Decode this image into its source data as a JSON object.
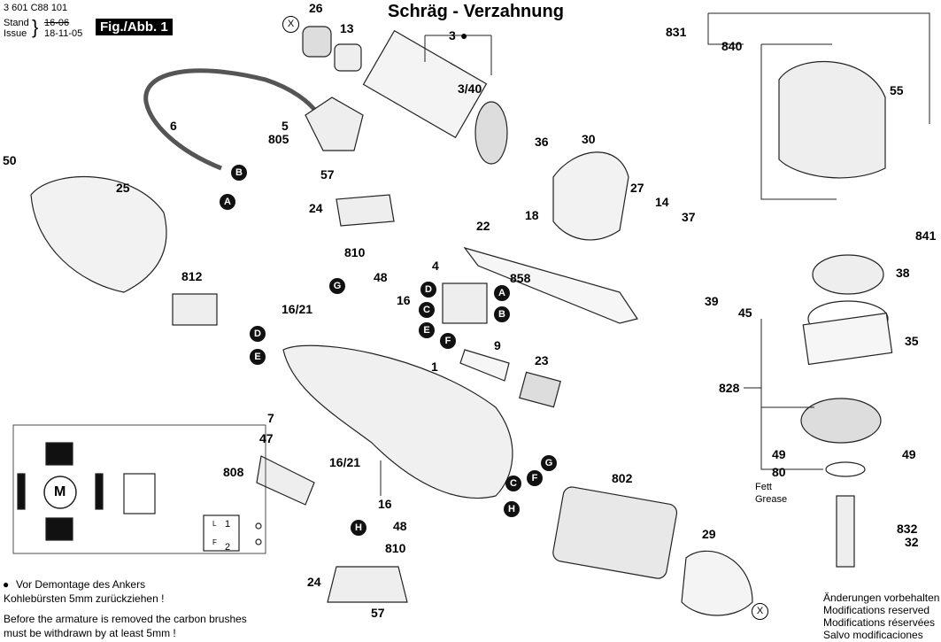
{
  "header": {
    "doc_number": "3 601 C88 101",
    "stand_label": "Stand",
    "issue_label": "Issue",
    "old_date": "16-06",
    "new_date": "18-11-05",
    "figure": "Fig./Abb. 1",
    "title": "Schräg - Verzahnung"
  },
  "parts": {
    "p26": "26",
    "p13": "13",
    "p3": "3",
    "p3_40": "3/40",
    "p6": "6",
    "p5": "5",
    "p805": "805",
    "p50": "50",
    "p25": "25",
    "p57a": "57",
    "p24a": "24",
    "p36": "36",
    "p30": "30",
    "p27": "27",
    "p14": "14",
    "p37": "37",
    "p18": "18",
    "p22": "22",
    "p810a": "810",
    "p48a": "48",
    "p812": "812",
    "p16a": "16",
    "p16_21a": "16/21",
    "p4": "4",
    "p858": "858",
    "p9": "9",
    "p23": "23",
    "p1": "1",
    "p39": "39",
    "p45": "45",
    "p7": "7",
    "p47": "47",
    "p808": "808",
    "p16_21b": "16/21",
    "p16b": "16",
    "p48b": "48",
    "p810b": "810",
    "p24b": "24",
    "p57b": "57",
    "p802": "802",
    "p29": "29",
    "p831": "831",
    "p840": "840",
    "p55": "55",
    "p841": "841",
    "p38": "38",
    "p35": "35",
    "p828": "828",
    "p49a": "49",
    "p49b": "49",
    "p80": "80",
    "p832": "832",
    "p32": "32"
  },
  "markers": {
    "A": "A",
    "B": "B",
    "C": "C",
    "D": "D",
    "E": "E",
    "F": "F",
    "G": "G",
    "H": "H",
    "X": "X",
    "M": "M"
  },
  "wiring": {
    "t1": "1",
    "t2": "2",
    "l": "L",
    "f": "F"
  },
  "grease": {
    "de": "Fett",
    "en": "Grease"
  },
  "notes": {
    "de1": "Vor Demontage des Ankers",
    "de2": "Kohlebürsten 5mm zurückziehen !",
    "en1": "Before the armature is removed the carbon brushes",
    "en2": "must be withdrawn by at least 5mm !"
  },
  "footer": {
    "de": "Änderungen vorbehalten",
    "en": "Modifications reserved",
    "fr": "Modifications réservées",
    "es": "Salvo modificaciones"
  }
}
